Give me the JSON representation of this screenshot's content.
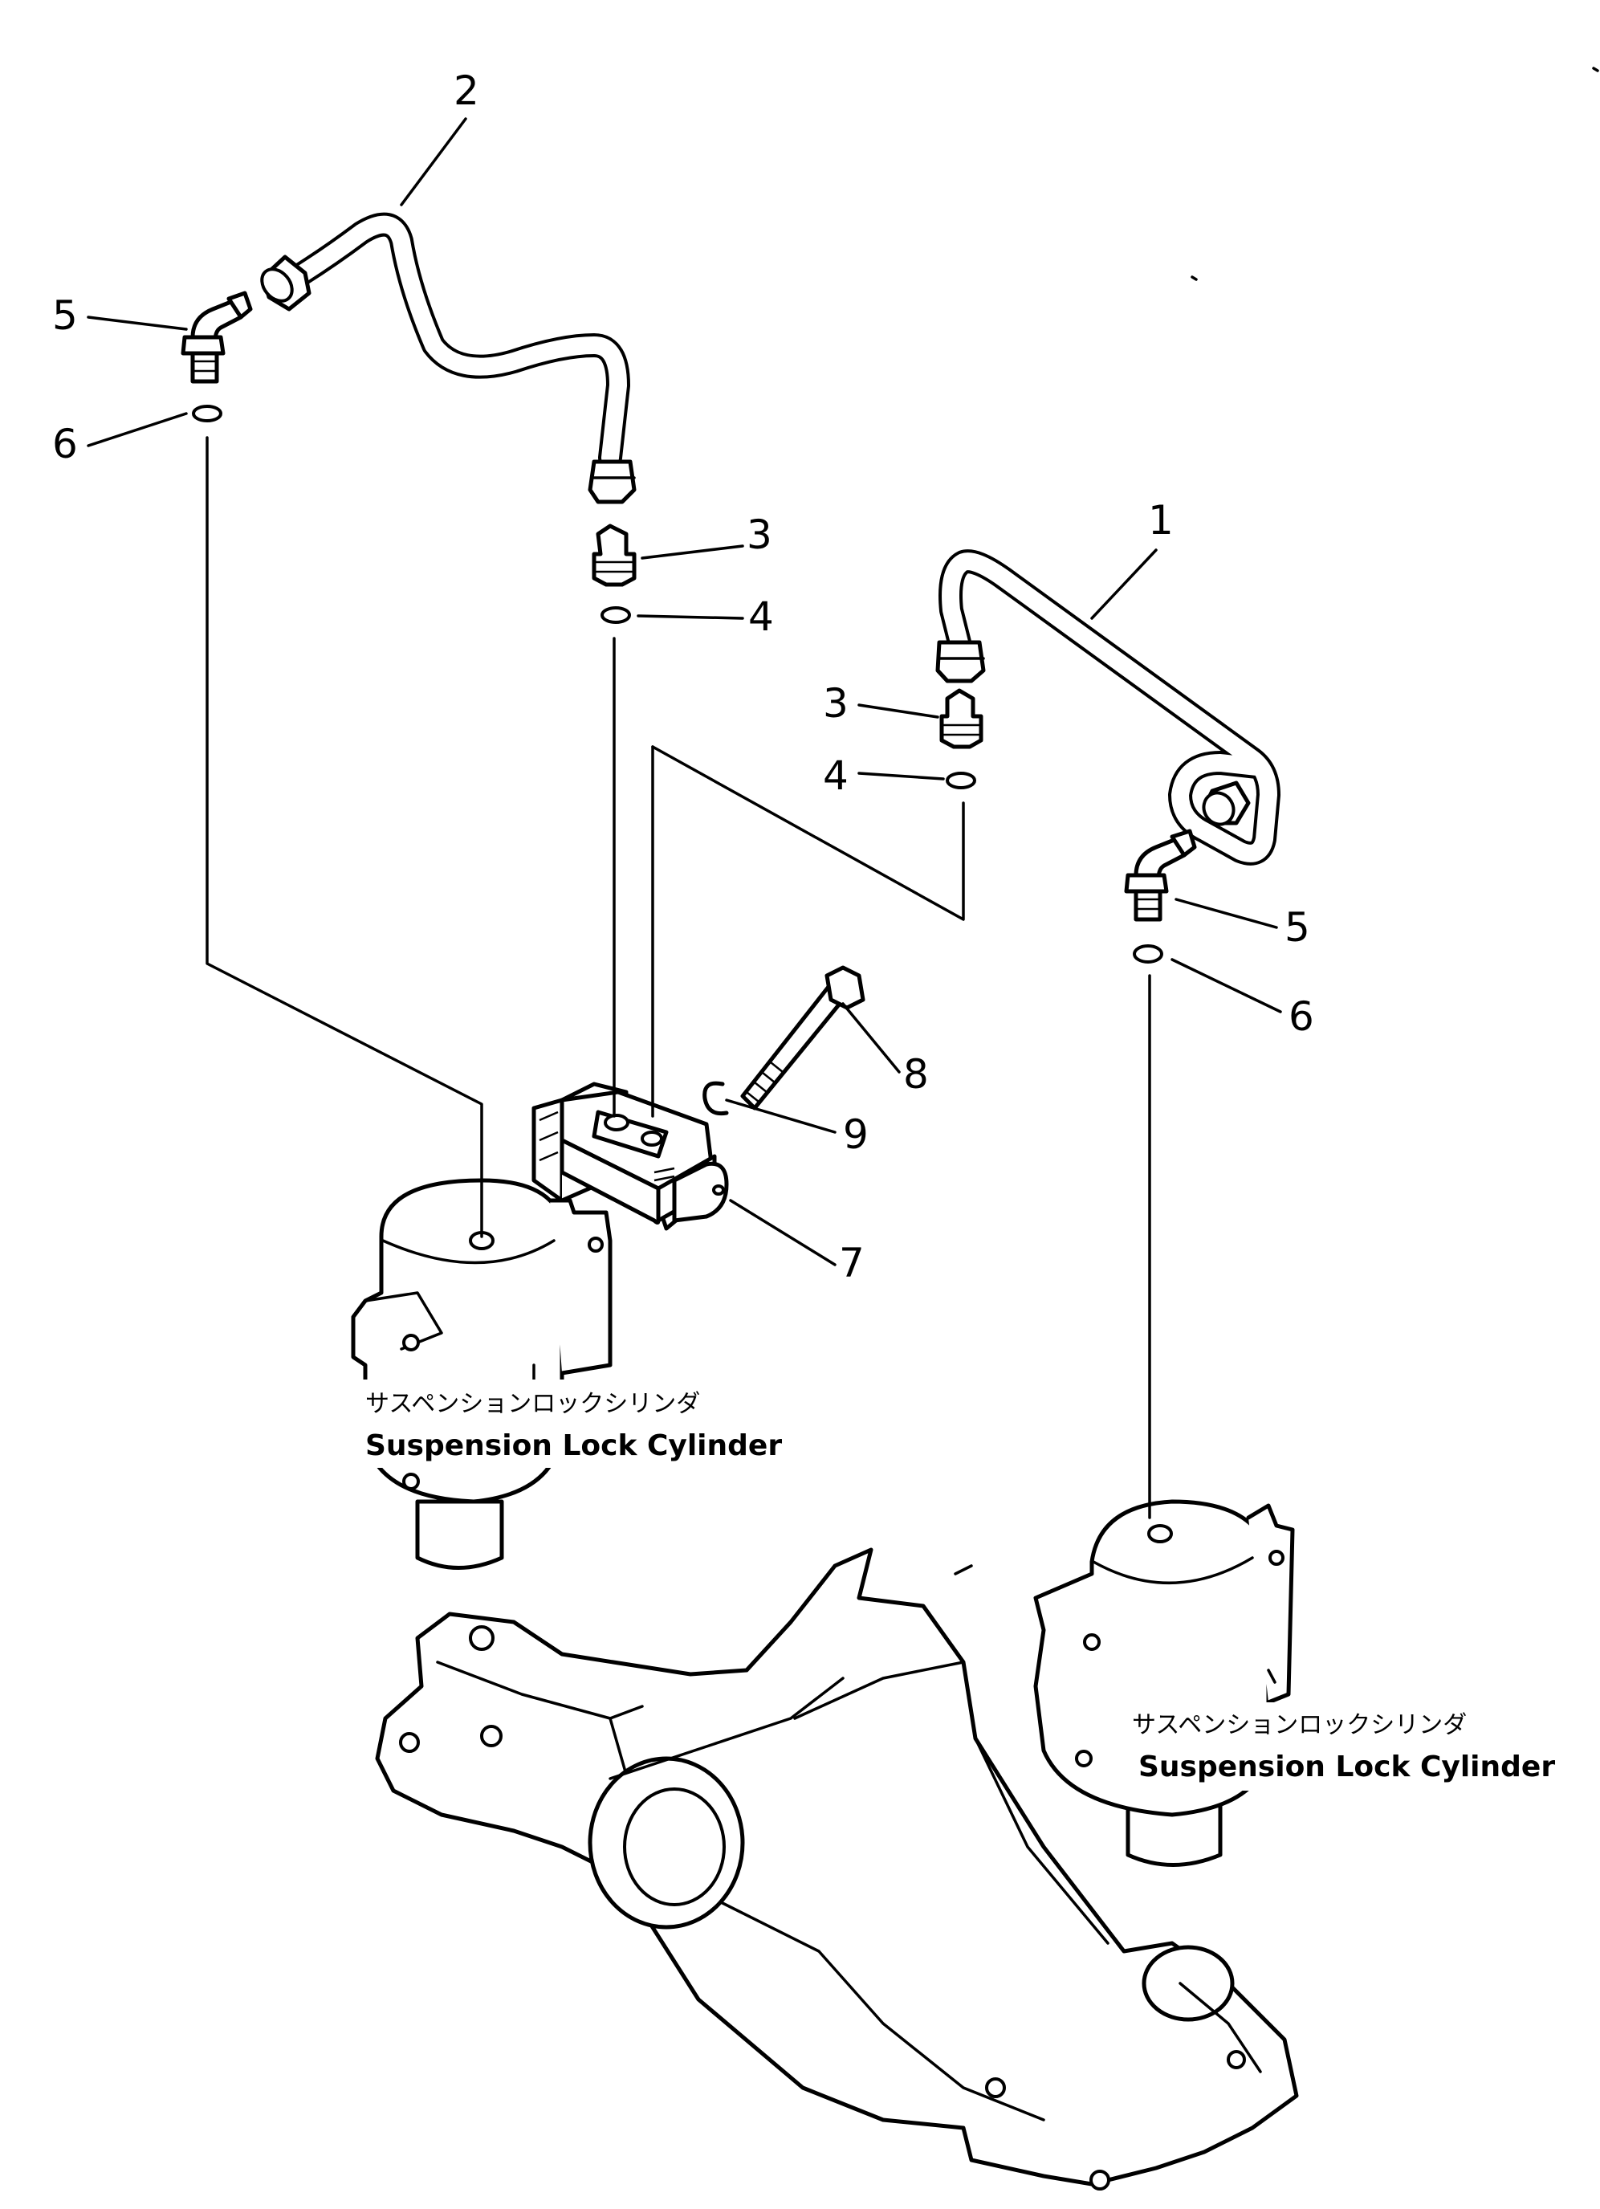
{
  "callouts": {
    "c1": "1",
    "c2": "2",
    "c3_left": "3",
    "c3_right": "3",
    "c4_left": "4",
    "c4_right": "4",
    "c5_left": "5",
    "c5_right": "5",
    "c6_left": "6",
    "c6_right": "6",
    "c7": "7",
    "c8": "8",
    "c9": "9"
  },
  "labels": {
    "left_cylinder_jp": "サスペンションロックシリンダ",
    "left_cylinder_en": "Suspension Lock Cylinder",
    "right_cylinder_jp": "サスペンションロックシリンダ",
    "right_cylinder_en": "Suspension Lock Cylinder"
  }
}
